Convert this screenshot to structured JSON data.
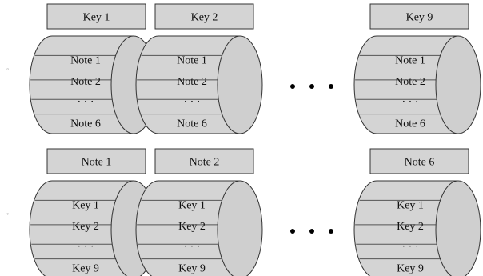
{
  "rows": [
    {
      "bullet": "◦",
      "labels": [
        "Key 1",
        "Key 2",
        "Key 9"
      ],
      "cylinders": [
        [
          "Note 1",
          "Note 2",
          "· · ·",
          "Note 6"
        ],
        [
          "Note 1",
          "Note 2",
          "· · ·",
          "Note 6"
        ],
        [
          "Note 1",
          "Note 2",
          "· · ·",
          "Note 6"
        ]
      ]
    },
    {
      "bullet": "◦",
      "labels": [
        "Note 1",
        "Note 2",
        "Note 6"
      ],
      "cylinders": [
        [
          "Key 1",
          "Key 2",
          "· · ·",
          "Key 9"
        ],
        [
          "Key 1",
          "Key 2",
          "· · ·",
          "Key 9"
        ],
        [
          "Key 1",
          "Key 2",
          "· · ·",
          "Key 9"
        ]
      ]
    }
  ],
  "colors": {
    "fill": "#d4d4d4",
    "ellipse_fill": "#cfcfcf",
    "stroke": "#333333",
    "divider": "#555555"
  }
}
